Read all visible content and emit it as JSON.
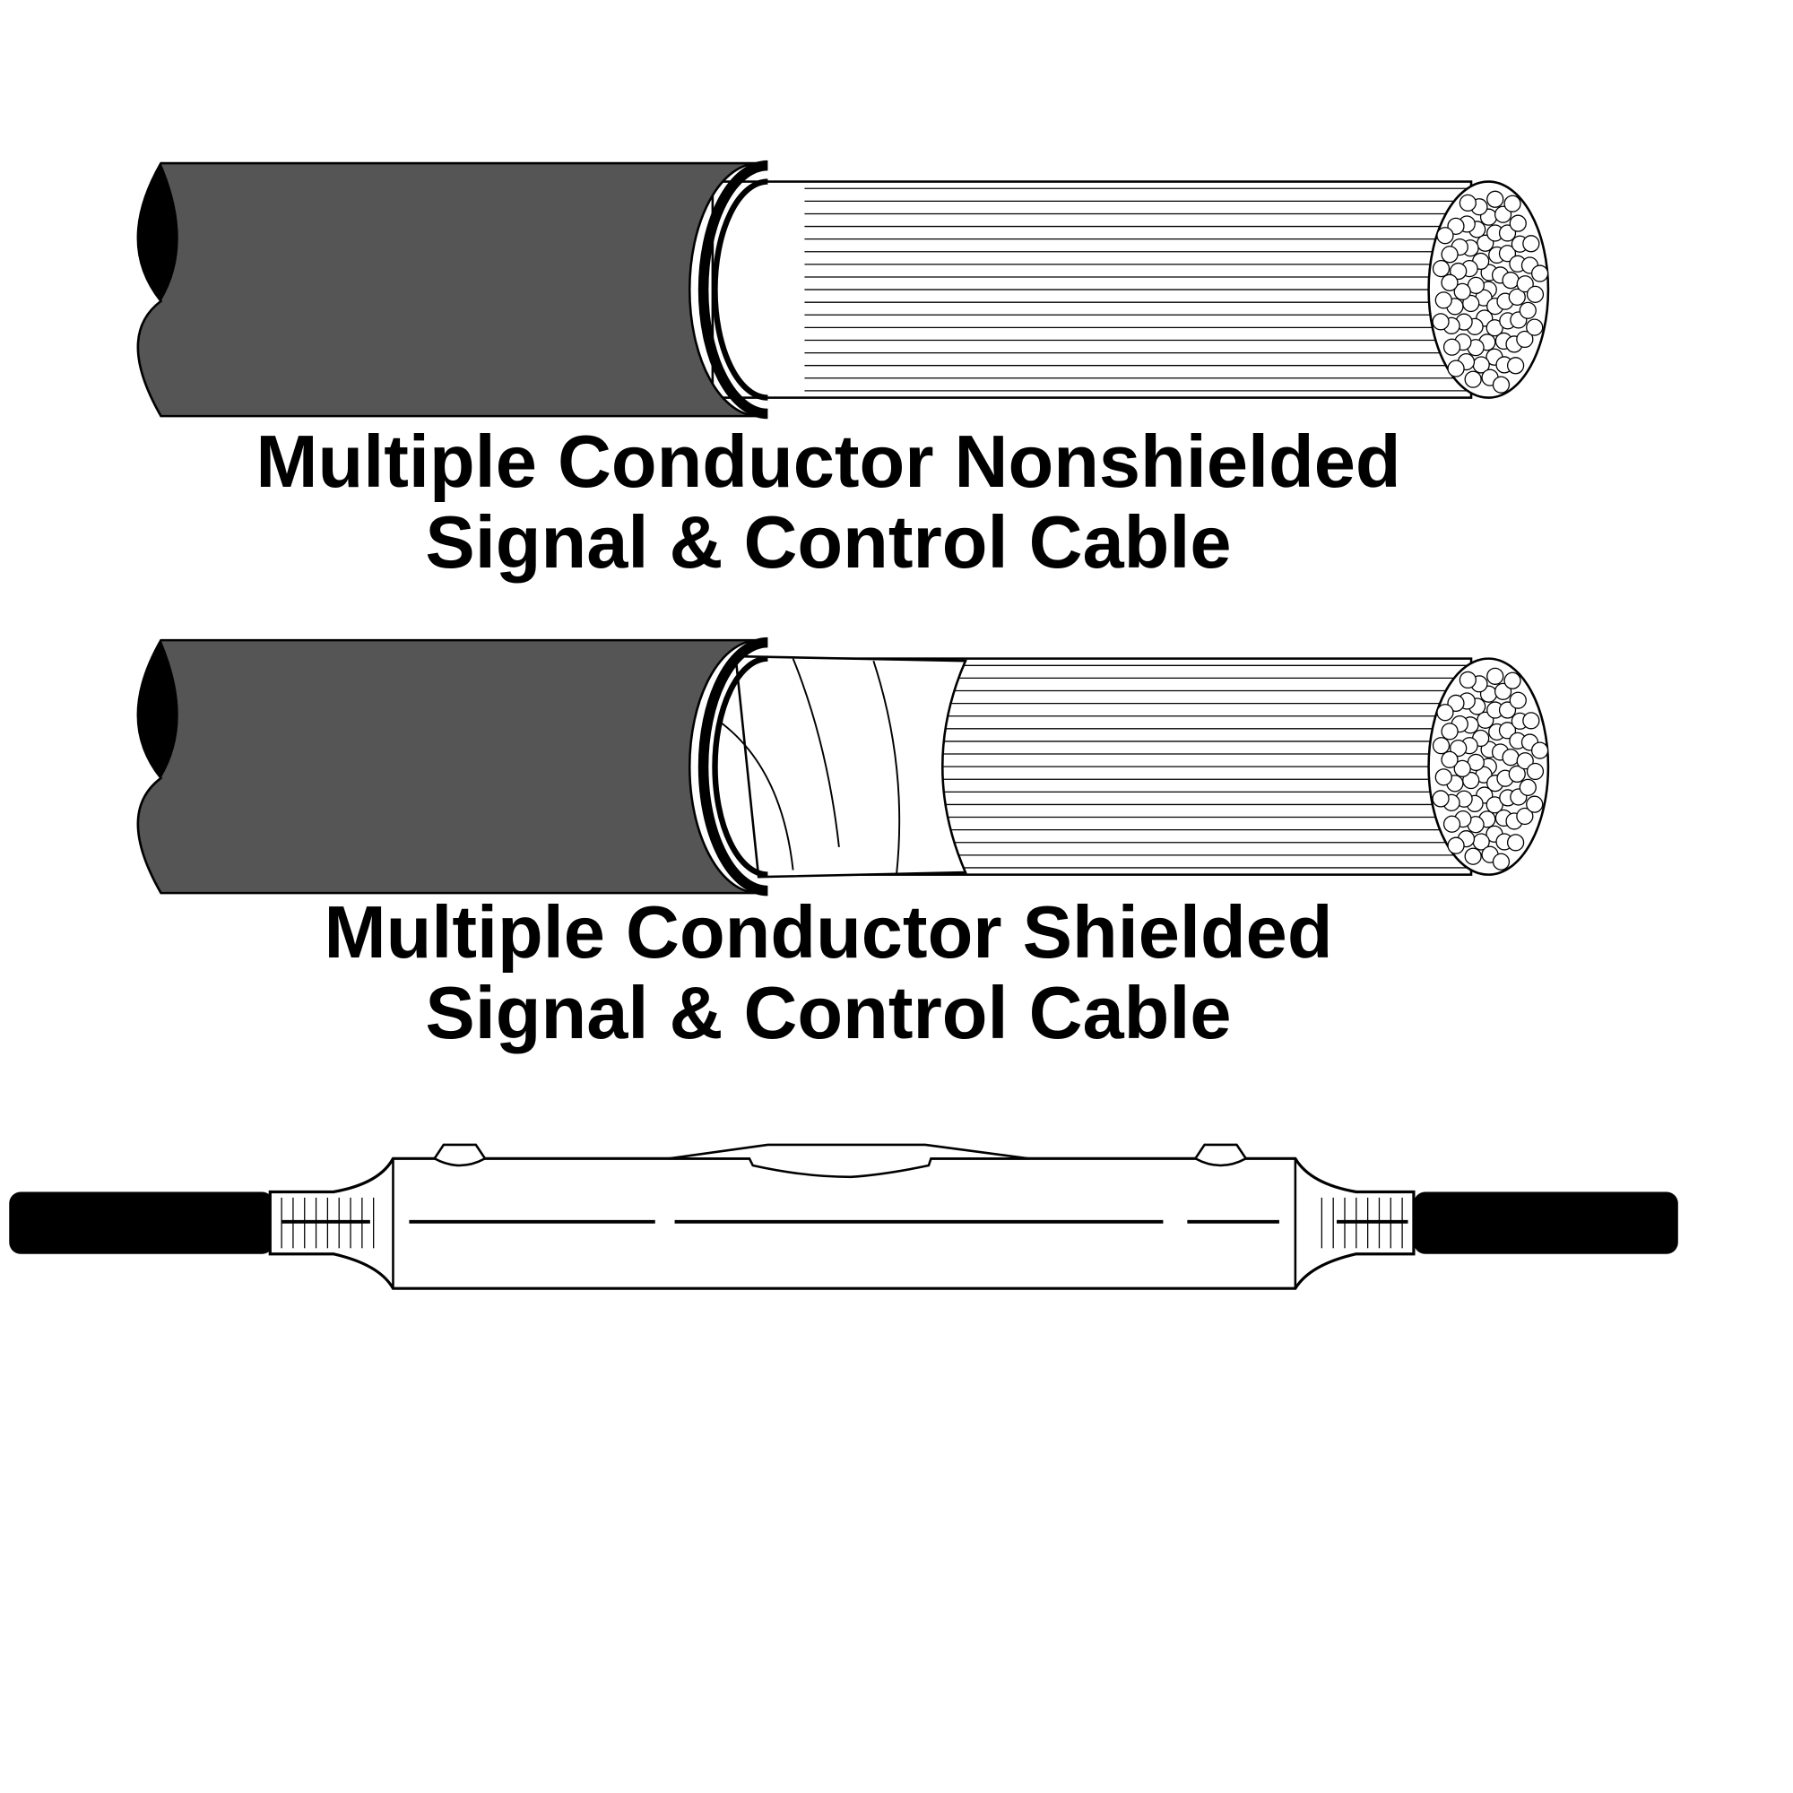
{
  "diagrams": [
    {
      "caption_line1": "Multiple Conductor Nonshielded",
      "caption_line2": "Signal & Control Cable"
    },
    {
      "caption_line1": "Multiple Conductor Shielded",
      "caption_line2": "Signal & Control Cable"
    }
  ],
  "colors": {
    "jacket": "#555555",
    "outline": "#000000",
    "background": "#ffffff"
  }
}
